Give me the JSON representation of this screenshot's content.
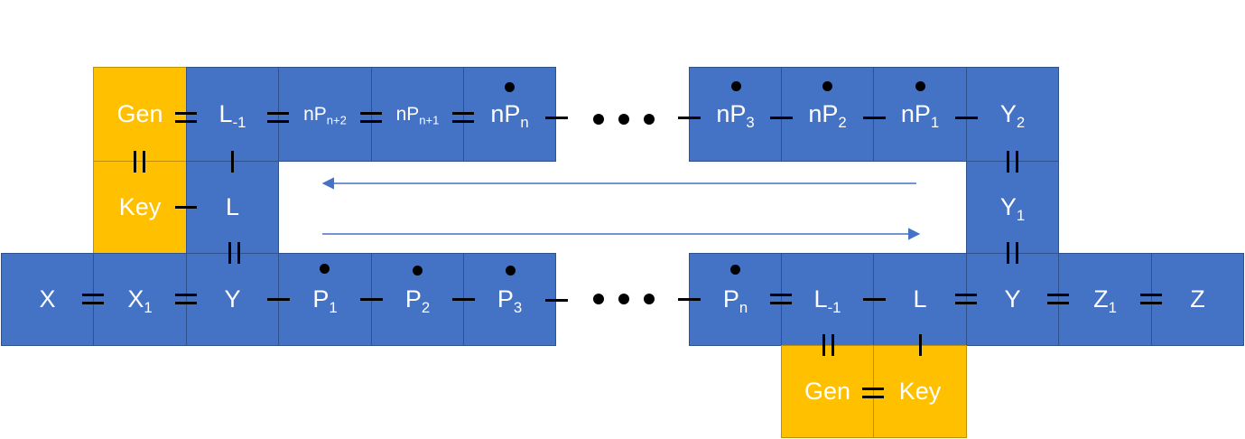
{
  "colors": {
    "module": "#4472c4",
    "gen_key": "#ffc000",
    "bond": "#000000",
    "arrow": "#4472c4",
    "text": "#ffffff"
  },
  "top_row": {
    "gen": "Gen",
    "l_minus_1": {
      "base": "L",
      "sub": "-1"
    },
    "np_n2": {
      "base": "nP",
      "sub": "n+2"
    },
    "np_n1": {
      "base": "nP",
      "sub": "n+1"
    },
    "np_n": {
      "base": "nP",
      "sub": "n"
    },
    "np_3": {
      "base": "nP",
      "sub": "3"
    },
    "np_2": {
      "base": "nP",
      "sub": "2"
    },
    "np_1": {
      "base": "nP",
      "sub": "1"
    },
    "y_2": {
      "base": "Y",
      "sub": "2"
    }
  },
  "middle": {
    "key": "Key",
    "l": "L",
    "y_1": {
      "base": "Y",
      "sub": "1"
    }
  },
  "bottom_row": {
    "x": "X",
    "x_1": {
      "base": "X",
      "sub": "1"
    },
    "y": "Y",
    "p_1": {
      "base": "P",
      "sub": "1"
    },
    "p_2": {
      "base": "P",
      "sub": "2"
    },
    "p_3": {
      "base": "P",
      "sub": "3"
    },
    "p_n": {
      "base": "P",
      "sub": "n"
    },
    "l_minus_1": {
      "base": "L",
      "sub": "-1"
    },
    "l": "L",
    "y_right": "Y",
    "z_1": {
      "base": "Z",
      "sub": "1"
    },
    "z": "Z"
  },
  "lower": {
    "gen": "Gen",
    "key": "Key"
  }
}
